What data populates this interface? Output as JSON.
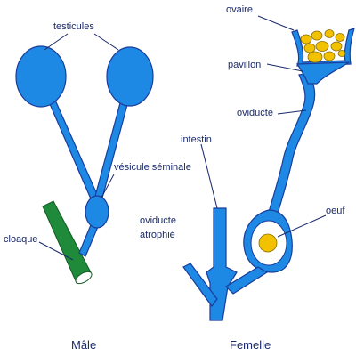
{
  "colors": {
    "organ_blue": "#1e88e5",
    "organ_outline": "#1a3d9a",
    "cloaca_green": "#1f8a3a",
    "egg_yellow": "#f2c200",
    "text": "#1a2a6a"
  },
  "male": {
    "caption": "Mâle",
    "labels": {
      "testicules": "testicules",
      "vesicule": "vésicule séminale",
      "cloaque": "cloaque"
    }
  },
  "female": {
    "caption": "Femelle",
    "labels": {
      "ovaire": "ovaire",
      "pavillon": "pavillon",
      "oviducte": "oviducte",
      "intestin": "intestin",
      "oviducte_atrophie_line1": "oviducte",
      "oviducte_atrophie_line2": "atrophié",
      "oeuf": "oeuf"
    }
  }
}
